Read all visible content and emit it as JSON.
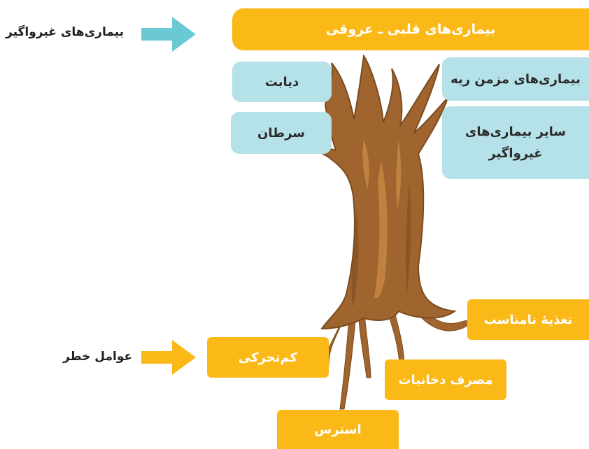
{
  "left_labels": {
    "noncommunicable": "بیماری‌های غیرواگیر",
    "risk_factors": "عوامل خطر"
  },
  "branches": {
    "top": "بیماری‌های قلبی ـ عروقی",
    "diabetes": "دیابت",
    "cancer": "سرطان",
    "chronic_lung": "بیماری‌های مزمن ریه",
    "other": "سایر بیماری‌های غیرواگیر"
  },
  "roots": {
    "inactivity": "کم‌تحرکی",
    "poor_nutrition": "تغذیهٔ نامناسب",
    "smoking": "مصرف دخانیات",
    "stress": "استرس"
  },
  "colors": {
    "orange": "#fbb917",
    "light_blue": "#b5e1e8",
    "teal_arrow": "#6bc9d4",
    "trunk": "#a0652e",
    "trunk_highlight": "#c98a45",
    "trunk_shadow": "#7a4a1f"
  }
}
